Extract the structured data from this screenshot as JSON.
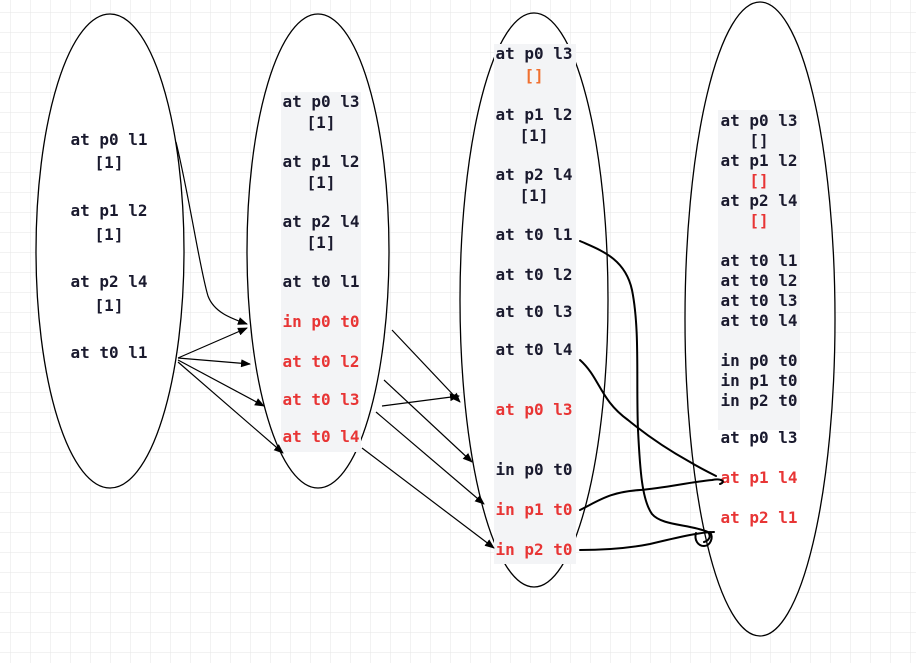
{
  "colors": {
    "dark": "#1a1a2e",
    "red": "#e83535",
    "orange": "#f07030",
    "grid": "#e6e6e6"
  },
  "ellipse1": {
    "items": [
      "at p0 l1",
      "[1]",
      "at p1 l2",
      "[1]",
      "at p2 l4",
      "[1]",
      "at t0 l1"
    ]
  },
  "ellipse2": {
    "items": [
      "at p0 l3",
      "[1]",
      "at p1 l2",
      "[1]",
      "at p2 l4",
      "[1]",
      "at t0 l1",
      "in p0 t0",
      "at t0 l2",
      "at t0 l3",
      "at t0 l4"
    ]
  },
  "ellipse3": {
    "items": [
      "at p0 l3",
      "[]",
      "at p1 l2",
      "[1]",
      "at p2 l4",
      "[1]",
      "at t0 l1",
      "at t0 l2",
      "at t0 l3",
      "at t0 l4",
      "at p0 l3",
      "in p0 t0",
      "in p1 t0",
      "in p2 t0"
    ]
  },
  "ellipse4": {
    "items": [
      "at p0 l3",
      "[]",
      "at p1 l2",
      "[]",
      "at p2 l4",
      "[]",
      "at t0 l1",
      "at t0 l2",
      "at t0 l3",
      "at t0 l4",
      "in p0 t0",
      "in p1 t0",
      "in p2 t0",
      "at p0 l3",
      "at p1 l4",
      "at p2 l1"
    ]
  }
}
